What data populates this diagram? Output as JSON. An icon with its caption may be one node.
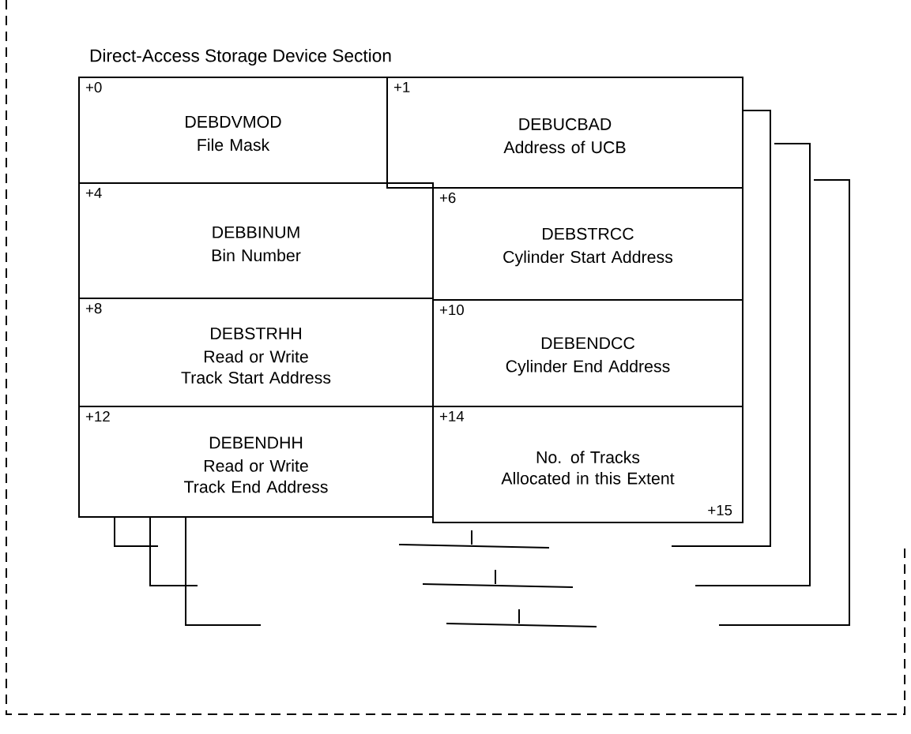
{
  "diagram": {
    "title": "Direct-Access Storage Device Section",
    "nodes": [
      {
        "text": [
          "+0",
          "DEBDVMOD",
          "File Mask"
        ]
      },
      {
        "text": [
          "+1",
          "DEBUCBAD",
          "Address of UCB"
        ]
      },
      {
        "text": [
          "+4",
          "DEBBINUM",
          "Bin Number"
        ]
      },
      {
        "text": [
          "+6",
          "DEBSTRCC",
          "Cylinder Start Address"
        ]
      },
      {
        "text": [
          "+8",
          "DEBSTRHH",
          "Read or Write Track Start Address"
        ]
      },
      {
        "text": [
          "+10",
          "DEBENDCC",
          "Cylinder End Address"
        ]
      },
      {
        "text": [
          "+12",
          "DEBENDHH",
          "Read or Write Track End Address"
        ]
      },
      {
        "text": [
          "+14",
          "No. of Tracks Allocated in this Extent",
          "+15"
        ]
      }
    ]
  }
}
